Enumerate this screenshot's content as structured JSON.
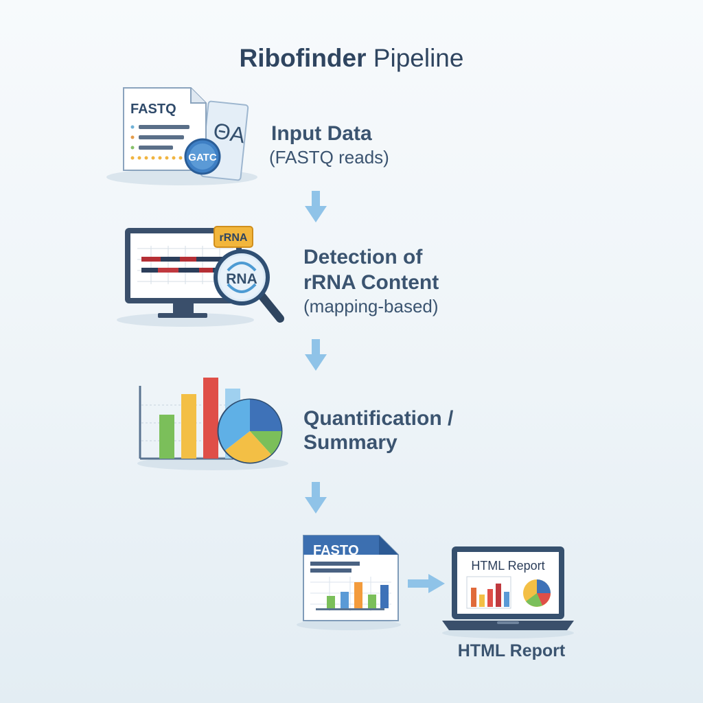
{
  "title": {
    "bold": "Ribofinder",
    "rest": "Pipeline"
  },
  "steps": [
    {
      "heading": "Input Data",
      "subheading": "(FASTQ reads)",
      "icon": "fastq-file-icon",
      "file_label": "FASTQ",
      "badge": "GATC",
      "side_letters": "ΘA"
    },
    {
      "heading_line1": "Detection of",
      "heading_line2": "rRNA Content",
      "subheading": "(mapping-based)",
      "icon": "monitor-magnifier-icon",
      "tag": "rRNA",
      "lens_text": "RNA"
    },
    {
      "heading_line1": "Quantification /",
      "heading_line2": "Summary",
      "icon": "bar-pie-chart-icon"
    },
    {
      "file_label": "FASTQ",
      "report_title": "HTML Report",
      "caption": "HTML Report",
      "icon": "report-laptop-icon"
    }
  ],
  "colors": {
    "accent_blue": "#3e7fc4",
    "arrow": "#8fc3e8",
    "bar_green": "#7bbf5a",
    "bar_yellow": "#f3bf45",
    "bar_red": "#df4f48",
    "bar_lightblue": "#9fd0ef",
    "dark_red": "#b52f35",
    "navy": "#2c3e5a"
  }
}
